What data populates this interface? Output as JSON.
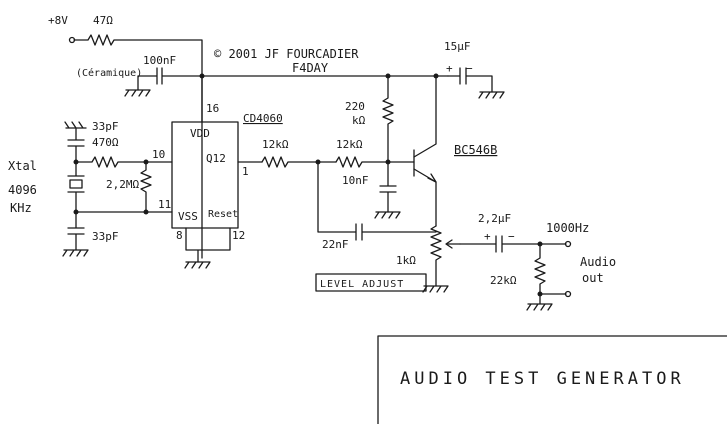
{
  "header": {
    "copyright": "© 2001 JF FOURCADIER",
    "callsign": "F4DAY"
  },
  "power": {
    "supply": "+8V",
    "r_supply": "47Ω",
    "c_decoupling_note": "(Céramique)",
    "c_decoupling": "100nF"
  },
  "crystal": {
    "label": "Xtal",
    "freq": "4096",
    "unit": "KHz",
    "c_top": "33pF",
    "c_bottom": "33pF",
    "r_series": "470Ω",
    "r_feedback": "2,2MΩ"
  },
  "ic": {
    "name": "CD4060",
    "vdd": "VDD",
    "vss": "VSS",
    "q12": "Q12",
    "reset": "Reset",
    "pin16": "16",
    "pin10": "10",
    "pin11": "11",
    "pin1": "1",
    "pin8": "8",
    "pin12": "12"
  },
  "filter": {
    "r1": "12kΩ",
    "r2": "12kΩ",
    "c1": "10nF",
    "c2": "22nF",
    "r_bias_value": "220",
    "r_bias_unit": "kΩ"
  },
  "output": {
    "c_supply": "15µF",
    "transistor": "BC546B",
    "pot": "1kΩ",
    "level": "LEVEL ADJUST",
    "c_out": "2,2µF",
    "r_load": "22kΩ",
    "freq": "1000Hz",
    "audio_1": "Audio",
    "audio_2": "out"
  },
  "title_block": {
    "title": "AUDIO TEST GENERATOR"
  }
}
